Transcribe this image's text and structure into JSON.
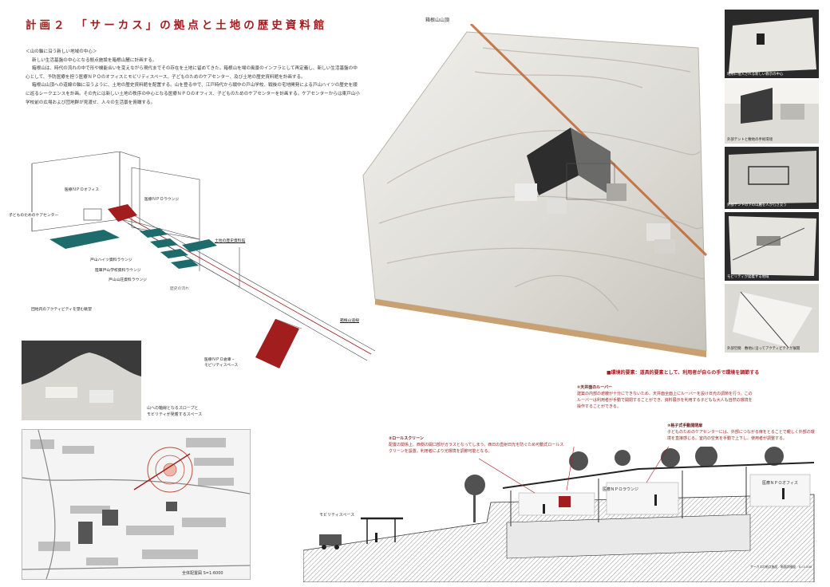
{
  "title": "計画２　「サーカス」の拠点と土地の歴史資料館",
  "intro": {
    "heading": "＜山の軸に沿う新しい地域の中心＞",
    "para1": "新しい生活基盤の中心となる拠点施設を箱根山麓に計画する。",
    "para2": "箱根山は、時代の流れの中で形や機能合いを変えながら現代までその存在を土地に留めてきた。箱根山を場の風景のインフラとして再定義し、新しい生活基盤の中心として、予防医療を担う医療ＮＰＯのオフィスとモビリティスペース、子どものためのケアセンター、及び土地の歴史資料館を計画する。",
    "para3": "箱根山山頂への道線の軸に沿うように、土地の歴史資料館を配置する。山を登る中で、江戸時代から戦中の戸山学校、戦後の宅地開発による戸山ハイツの歴史を順に巡るシークエンスを計画。その先には新しい土地の秩序の中心となる医療ＮＰＯのオフィス、子どものためのケアセンターを計画する。ケアセンターからは東戸山小学校前の広場および団地群が見渡せ、人々の生活景を俯瞰する。"
  },
  "axon": {
    "label_office": "医療ＮＰＯオフィス",
    "label_lounge": "医療ＮＰＯラウンジ",
    "label_care": "子どものためのケアセンター",
    "label_history": "土地の歴史資料館",
    "label_toyama_heights": "戸山ハイツ資料ラウンジ",
    "label_rikugun": "陸軍戸山学校資料ラウンジ",
    "label_owari": "戸山山荘資料ラウンジ",
    "label_flow": "歴史の流れ",
    "label_view": "団地内のアクティビティを望む眺望",
    "label_axis": "箱根山道線",
    "label_warehouse": "医療ＮＰＯ倉庫・\nモビリティスペース"
  },
  "model": {
    "summit_label": "箱根山山頂"
  },
  "photo_left": {
    "caption": "山への軸線となるスロープと\nモビリティが発着するスペース"
  },
  "map": {
    "caption": "全体配置図",
    "scale": "S=1:6000"
  },
  "thumbs": [
    {
      "caption": "地形に埋入される新しい教示の中心"
    },
    {
      "caption": "外部テントと敷地の手術環境"
    },
    {
      "caption": "外部テントの下の山麓を人が行き交う"
    },
    {
      "caption": "モビリティが発着する地域"
    },
    {
      "caption": "外部空間　敷地に沿ってアクティビティが展開"
    }
  ],
  "section": {
    "headline": "■環境的要素：道具的要素として、利用者が自らの手で環境を調節する",
    "note1_title": "①天井面のルーバー",
    "note1_body": "建築の内部の遮蔽が十分にできないため、天井面全面上にルーバーを設け日光の調節を行う。このルーバーは利用者が手動で開閉することができ、資料展示を利用する子どもも大人も自然の環境を操作することができる。",
    "note2_title": "②ロールスクリーン",
    "note2_body": "配置の関係上、西側の開口部がガラスとなってしまう。西日の直射日光を防ぐため可動式ロールスクリーンを設置。利用者により光環境を調節可能となる。",
    "note3_title": "③格子式手動開閉扉",
    "note3_body": "子どものためのケアセンターには、外部につながる扉をとることで親しく外部の環境を直接感じる。室内の空気を手動で上下し、使用者が調整する。",
    "label_mobility": "モビリティスペース",
    "label_lounge": "医療ＮＰＯラウンジ",
    "label_office": "医療ＮＰＯオフィス",
    "scale_label": "サーカスの拠点施設　断面詳細図　S=1:200"
  }
}
